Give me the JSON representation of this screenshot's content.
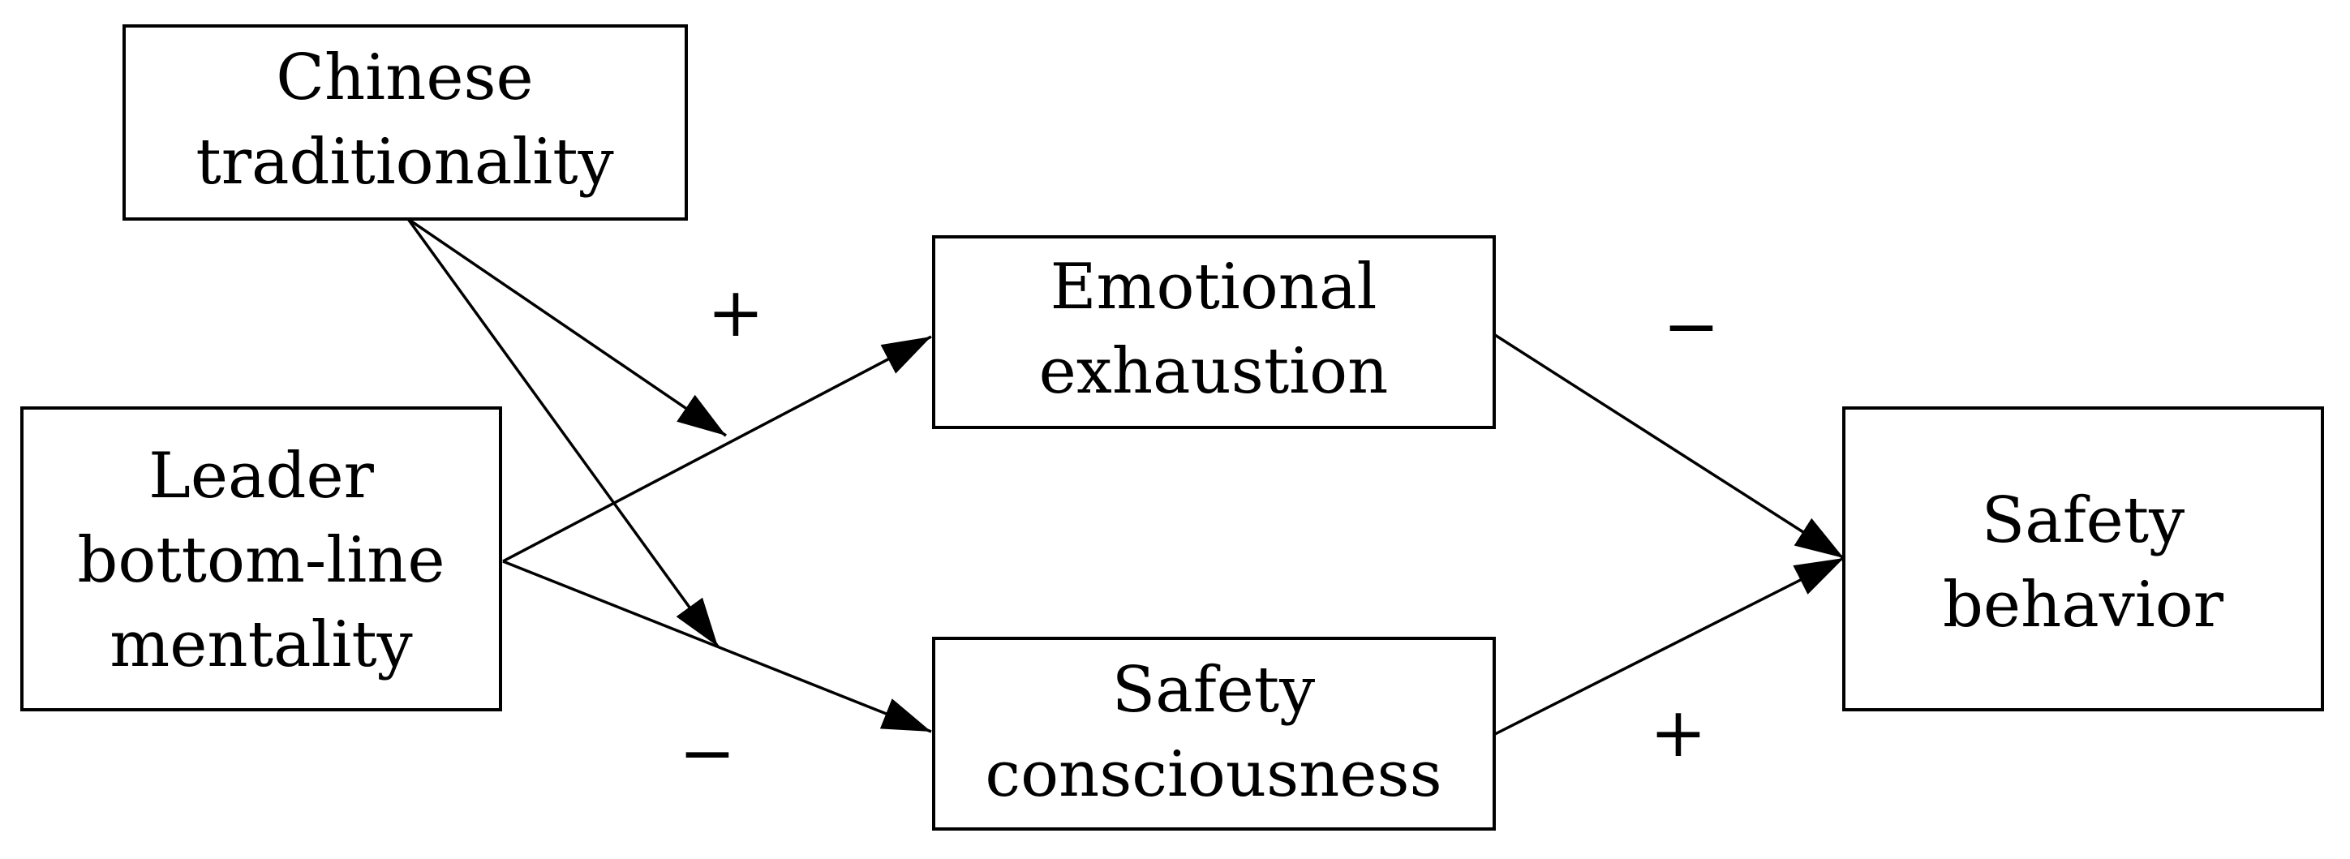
{
  "nodes": {
    "chinese_traditionality": {
      "lines": [
        "Chinese",
        "traditionality"
      ]
    },
    "leader_mentality": {
      "lines": [
        "Leader",
        "bottom-line",
        "mentality"
      ]
    },
    "emotional_exhaustion": {
      "lines": [
        "Emotional",
        "exhaustion"
      ]
    },
    "safety_consciousness": {
      "lines": [
        "Safety",
        "consciousness"
      ]
    },
    "safety_behavior": {
      "lines": [
        "Safety",
        "behavior"
      ]
    }
  },
  "signs": {
    "leader_to_exhaustion": "+",
    "leader_to_consciousness": "−",
    "exhaustion_to_behavior": "−",
    "consciousness_to_behavior": "+"
  }
}
